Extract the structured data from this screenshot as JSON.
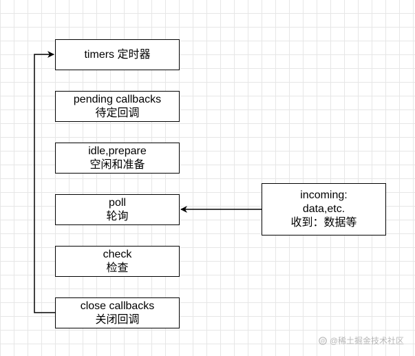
{
  "phases": [
    {
      "line1": "timers 定时器",
      "line2": ""
    },
    {
      "line1": "pending callbacks",
      "line2": "待定回调"
    },
    {
      "line1": "idle,prepare",
      "line2": "空闲和准备"
    },
    {
      "line1": "poll",
      "line2": "轮询"
    },
    {
      "line1": "check",
      "line2": "检查"
    },
    {
      "line1": "close callbacks",
      "line2": "关闭回调"
    }
  ],
  "incoming": {
    "line1": "incoming:",
    "line2": "data,etc.",
    "line3": "收到：数据等"
  },
  "watermark": {
    "text": "@稀土掘金技术社区"
  },
  "colors": {
    "stroke": "#000000",
    "grid": "#e6e6e6",
    "watermark": "#b7b7b7"
  }
}
